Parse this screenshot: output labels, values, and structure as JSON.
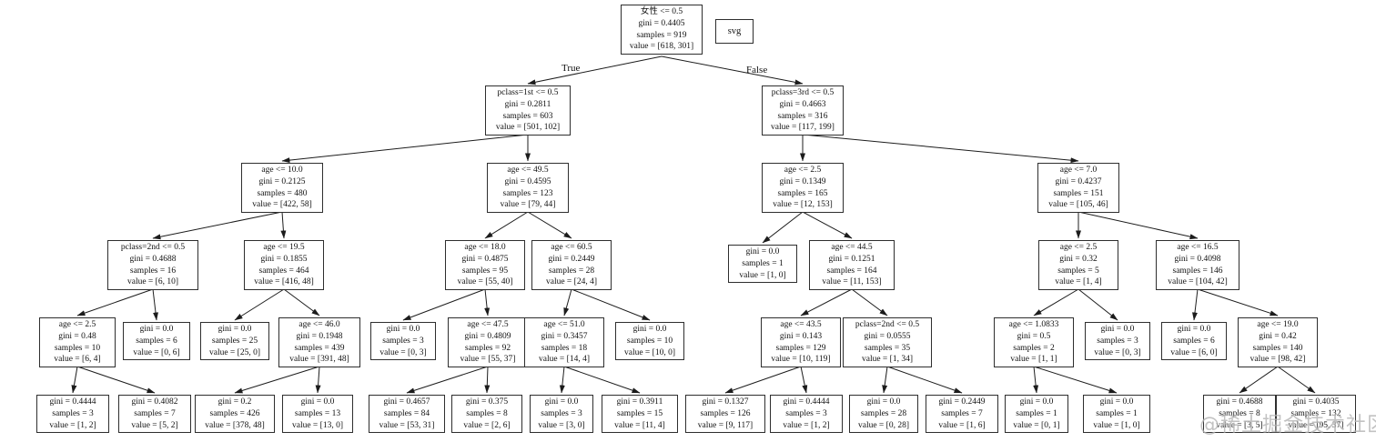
{
  "figure": {
    "type": "decision-tree",
    "widget_label": "svg"
  },
  "edge_labels": {
    "true_label": "True",
    "false_label": "False"
  },
  "watermark": {
    "text": "@稀土掘金技术社区"
  },
  "nodes": [
    {
      "condition": "女性 <= 0.5",
      "gini": "gini = 0.4405",
      "samples": "samples = 919",
      "value": "value = [618, 301]"
    },
    {
      "condition": "pclass=1st <= 0.5",
      "gini": "gini = 0.2811",
      "samples": "samples = 603",
      "value": "value = [501, 102]"
    },
    {
      "condition": "pclass=3rd <= 0.5",
      "gini": "gini = 0.4663",
      "samples": "samples = 316",
      "value": "value = [117, 199]"
    },
    {
      "condition": "age <= 10.0",
      "gini": "gini = 0.2125",
      "samples": "samples = 480",
      "value": "value = [422, 58]"
    },
    {
      "condition": "age <= 49.5",
      "gini": "gini = 0.4595",
      "samples": "samples = 123",
      "value": "value = [79, 44]"
    },
    {
      "condition": "age <= 2.5",
      "gini": "gini = 0.1349",
      "samples": "samples = 165",
      "value": "value = [12, 153]"
    },
    {
      "condition": "age <= 7.0",
      "gini": "gini = 0.4237",
      "samples": "samples = 151",
      "value": "value = [105, 46]"
    },
    {
      "condition": "pclass=2nd <= 0.5",
      "gini": "gini = 0.4688",
      "samples": "samples = 16",
      "value": "value = [6, 10]"
    },
    {
      "condition": "age <= 19.5",
      "gini": "gini = 0.1855",
      "samples": "samples = 464",
      "value": "value = [416, 48]"
    },
    {
      "condition": "age <= 18.0",
      "gini": "gini = 0.4875",
      "samples": "samples = 95",
      "value": "value = [55, 40]"
    },
    {
      "condition": "age <= 60.5",
      "gini": "gini = 0.2449",
      "samples": "samples = 28",
      "value": "value = [24, 4]"
    },
    {
      "gini": "gini = 0.0",
      "samples": "samples = 1",
      "value": "value = [1, 0]"
    },
    {
      "condition": "age <= 44.5",
      "gini": "gini = 0.1251",
      "samples": "samples = 164",
      "value": "value = [11, 153]"
    },
    {
      "condition": "age <= 2.5",
      "gini": "gini = 0.32",
      "samples": "samples = 5",
      "value": "value = [1, 4]"
    },
    {
      "condition": "age <= 16.5",
      "gini": "gini = 0.4098",
      "samples": "samples = 146",
      "value": "value = [104, 42]"
    },
    {
      "condition": "age <= 2.5",
      "gini": "gini = 0.48",
      "samples": "samples = 10",
      "value": "value = [6, 4]"
    },
    {
      "gini": "gini = 0.0",
      "samples": "samples = 6",
      "value": "value = [0, 6]"
    },
    {
      "gini": "gini = 0.0",
      "samples": "samples = 25",
      "value": "value = [25, 0]"
    },
    {
      "condition": "age <= 46.0",
      "gini": "gini = 0.1948",
      "samples": "samples = 439",
      "value": "value = [391, 48]"
    },
    {
      "gini": "gini = 0.0",
      "samples": "samples = 3",
      "value": "value = [0, 3]"
    },
    {
      "condition": "age <= 47.5",
      "gini": "gini = 0.4809",
      "samples": "samples = 92",
      "value": "value = [55, 37]"
    },
    {
      "condition": "age <= 51.0",
      "gini": "gini = 0.3457",
      "samples": "samples = 18",
      "value": "value = [14, 4]"
    },
    {
      "gini": "gini = 0.0",
      "samples": "samples = 10",
      "value": "value = [10, 0]"
    },
    {
      "condition": "age <= 43.5",
      "gini": "gini = 0.143",
      "samples": "samples = 129",
      "value": "value = [10, 119]"
    },
    {
      "condition": "pclass=2nd <= 0.5",
      "gini": "gini = 0.0555",
      "samples": "samples = 35",
      "value": "value = [1, 34]"
    },
    {
      "condition": "age <= 1.0833",
      "gini": "gini = 0.5",
      "samples": "samples = 2",
      "value": "value = [1, 1]"
    },
    {
      "gini": "gini = 0.0",
      "samples": "samples = 3",
      "value": "value = [0, 3]"
    },
    {
      "gini": "gini = 0.0",
      "samples": "samples = 6",
      "value": "value = [6, 0]"
    },
    {
      "condition": "age <= 19.0",
      "gini": "gini = 0.42",
      "samples": "samples = 140",
      "value": "value = [98, 42]"
    },
    {
      "gini": "gini = 0.4444",
      "samples": "samples = 3",
      "value": "value = [1, 2]"
    },
    {
      "gini": "gini = 0.4082",
      "samples": "samples = 7",
      "value": "value = [5, 2]"
    },
    {
      "gini": "gini = 0.2",
      "samples": "samples = 426",
      "value": "value = [378, 48]"
    },
    {
      "gini": "gini = 0.0",
      "samples": "samples = 13",
      "value": "value = [13, 0]"
    },
    {
      "gini": "gini = 0.4657",
      "samples": "samples = 84",
      "value": "value = [53, 31]"
    },
    {
      "gini": "gini = 0.375",
      "samples": "samples = 8",
      "value": "value = [2, 6]"
    },
    {
      "gini": "gini = 0.0",
      "samples": "samples = 3",
      "value": "value = [3, 0]"
    },
    {
      "gini": "gini = 0.3911",
      "samples": "samples = 15",
      "value": "value = [11, 4]"
    },
    {
      "gini": "gini = 0.1327",
      "samples": "samples = 126",
      "value": "value = [9, 117]"
    },
    {
      "gini": "gini = 0.4444",
      "samples": "samples = 3",
      "value": "value = [1, 2]"
    },
    {
      "gini": "gini = 0.0",
      "samples": "samples = 28",
      "value": "value = [0, 28]"
    },
    {
      "gini": "gini = 0.2449",
      "samples": "samples = 7",
      "value": "value = [1, 6]"
    },
    {
      "gini": "gini = 0.0",
      "samples": "samples = 1",
      "value": "value = [0, 1]"
    },
    {
      "gini": "gini = 0.0",
      "samples": "samples = 1",
      "value": "value = [1, 0]"
    },
    {
      "gini": "gini = 0.4688",
      "samples": "samples = 8",
      "value": "value = [3, 5]"
    },
    {
      "gini": "gini = 0.4035",
      "samples": "samples = 132",
      "value": "value = [95, 37]"
    }
  ]
}
